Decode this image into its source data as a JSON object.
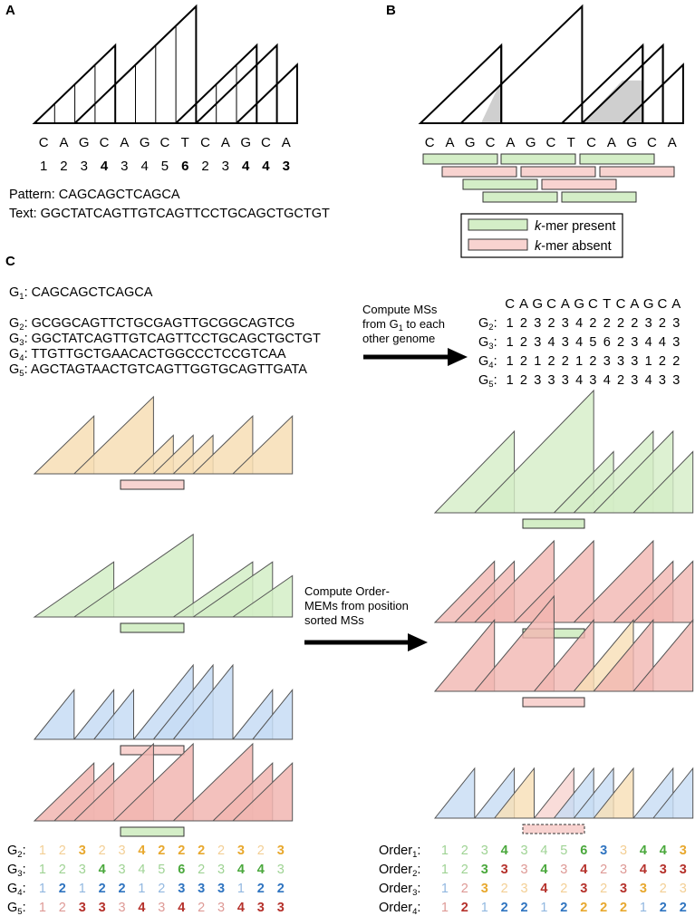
{
  "panels": {
    "a": "A",
    "b": "B",
    "c": "C"
  },
  "panel_a": {
    "letters": [
      "C",
      "A",
      "G",
      "C",
      "A",
      "G",
      "C",
      "T",
      "C",
      "A",
      "G",
      "C",
      "A"
    ],
    "ms": [
      "1",
      "2",
      "3",
      "4",
      "3",
      "4",
      "5",
      "6",
      "2",
      "3",
      "4",
      "4",
      "3"
    ],
    "ms_bold": [
      false,
      false,
      false,
      true,
      false,
      false,
      false,
      true,
      false,
      false,
      true,
      true,
      true
    ],
    "pattern_line": "Pattern: CAGCAGCTCAGCA",
    "text_line": "Text: GGCTATCAGTTGTCAGTTCCTGCAGCTGCTGT"
  },
  "panel_b": {
    "letters": [
      "C",
      "A",
      "G",
      "C",
      "A",
      "G",
      "C",
      "T",
      "C",
      "A",
      "G",
      "C",
      "A"
    ],
    "legend": {
      "present": "-mer present",
      "absent": "-mer absent",
      "k": "k"
    }
  },
  "panel_c": {
    "genomes": [
      {
        "label": "G",
        "sub": "1",
        "seq": ": CAGCAGCTCAGCA"
      },
      {
        "label": "G",
        "sub": "2",
        "seq": ": GCGGCAGTTCTGCGAGTTGCGGCAGTCG"
      },
      {
        "label": "G",
        "sub": "3",
        "seq": ": GGCTATCAGTTGTCAGTTCCTGCAGCTGCTGT"
      },
      {
        "label": "G",
        "sub": "4",
        "seq": ": TTGTTGCTGAACACTGGCCCTCCGTCAA"
      },
      {
        "label": "G",
        "sub": "5",
        "seq": ": AGCTAGTAACTGTCAGTTGGTGCAGTTGATA"
      }
    ],
    "arrow1": {
      "l1": "Compute MSs",
      "l2a": "from G",
      "l2sub": "1",
      "l2b": " to each",
      "l3": "other genome"
    },
    "arrow2": {
      "l1": "Compute Order-",
      "l2": "MEMs from position",
      "l3": "sorted MSs"
    },
    "ms_header": [
      "C",
      "A",
      "G",
      "C",
      "A",
      "G",
      "C",
      "T",
      "C",
      "A",
      "G",
      "C",
      "A"
    ],
    "ms_table": [
      {
        "label": "G",
        "sub": "2",
        "values": [
          "1",
          "2",
          "3",
          "2",
          "3",
          "4",
          "2",
          "2",
          "2",
          "2",
          "3",
          "2",
          "3"
        ]
      },
      {
        "label": "G",
        "sub": "3",
        "values": [
          "1",
          "2",
          "3",
          "4",
          "3",
          "4",
          "5",
          "6",
          "2",
          "3",
          "4",
          "4",
          "3"
        ]
      },
      {
        "label": "G",
        "sub": "4",
        "values": [
          "1",
          "2",
          "1",
          "2",
          "2",
          "1",
          "2",
          "3",
          "3",
          "3",
          "1",
          "2",
          "2"
        ]
      },
      {
        "label": "G",
        "sub": "5",
        "values": [
          "1",
          "2",
          "3",
          "3",
          "3",
          "4",
          "3",
          "4",
          "2",
          "3",
          "4",
          "3",
          "3"
        ]
      }
    ],
    "bottom_left": [
      {
        "label": "G",
        "sub": "2",
        "values": [
          "1",
          "2",
          "3",
          "2",
          "3",
          "4",
          "2",
          "2",
          "2",
          "2",
          "3",
          "2",
          "3"
        ],
        "bold": [
          false,
          false,
          true,
          false,
          false,
          true,
          true,
          true,
          true,
          false,
          true,
          false,
          true
        ],
        "color": "#e8a82e",
        "light": "#f3cf95"
      },
      {
        "label": "G",
        "sub": "3",
        "values": [
          "1",
          "2",
          "3",
          "4",
          "3",
          "4",
          "5",
          "6",
          "2",
          "3",
          "4",
          "4",
          "3"
        ],
        "bold": [
          false,
          false,
          false,
          true,
          false,
          false,
          false,
          true,
          false,
          false,
          true,
          true,
          false
        ],
        "color": "#4aa83c",
        "light": "#9fd394"
      },
      {
        "label": "G",
        "sub": "4",
        "values": [
          "1",
          "2",
          "1",
          "2",
          "2",
          "1",
          "2",
          "3",
          "3",
          "3",
          "1",
          "2",
          "2"
        ],
        "bold": [
          false,
          true,
          false,
          true,
          true,
          false,
          false,
          true,
          true,
          true,
          false,
          true,
          true
        ],
        "color": "#2f74c0",
        "light": "#92b8e0"
      },
      {
        "label": "G",
        "sub": "5",
        "values": [
          "1",
          "2",
          "3",
          "3",
          "3",
          "4",
          "3",
          "4",
          "2",
          "3",
          "4",
          "3",
          "3"
        ],
        "bold": [
          false,
          false,
          true,
          true,
          false,
          true,
          false,
          true,
          false,
          false,
          true,
          true,
          true
        ],
        "color": "#b5312b",
        "light": "#de9a96"
      }
    ],
    "bottom_right": [
      {
        "label": "Order",
        "sub": "1",
        "values": [
          "1",
          "2",
          "3",
          "4",
          "3",
          "4",
          "5",
          "6",
          "3",
          "3",
          "4",
          "4",
          "3"
        ],
        "colors": [
          "l3",
          "l3",
          "l3",
          "d3",
          "l3",
          "l3",
          "l3",
          "d3",
          "d4",
          "l2",
          "d3",
          "d3",
          "d2"
        ]
      },
      {
        "label": "Order",
        "sub": "2",
        "values": [
          "1",
          "2",
          "3",
          "3",
          "3",
          "4",
          "3",
          "4",
          "2",
          "3",
          "4",
          "3",
          "3"
        ],
        "colors": [
          "l3",
          "l3",
          "d3",
          "d5",
          "l5",
          "d3",
          "l5",
          "d5",
          "l5",
          "l5",
          "d5",
          "d5",
          "d5"
        ]
      },
      {
        "label": "Order",
        "sub": "3",
        "values": [
          "1",
          "2",
          "3",
          "2",
          "3",
          "4",
          "2",
          "3",
          "2",
          "3",
          "3",
          "2",
          "3"
        ],
        "colors": [
          "l4",
          "l5",
          "d2",
          "l2",
          "l2",
          "d5",
          "l2",
          "d5",
          "l2",
          "d5",
          "d2",
          "l2",
          "l2"
        ]
      },
      {
        "label": "Order",
        "sub": "4",
        "values": [
          "1",
          "2",
          "1",
          "2",
          "2",
          "1",
          "2",
          "2",
          "2",
          "2",
          "1",
          "2",
          "2"
        ],
        "colors": [
          "l5",
          "d5",
          "l4",
          "d4",
          "d4",
          "l4",
          "d4",
          "d2",
          "d2",
          "d2",
          "l4",
          "d4",
          "d4"
        ]
      }
    ],
    "palette": {
      "d2": "#e8a82e",
      "l2": "#f3cf95",
      "d3": "#4aa83c",
      "l3": "#9fd394",
      "d4": "#2f74c0",
      "l4": "#92b8e0",
      "d5": "#b5312b",
      "l5": "#de9a96"
    }
  },
  "colors": {
    "green_fill": "#d4eec7",
    "green_stroke": "#4b4b4b",
    "pink_fill": "#f8d3d0",
    "orange_fill": "#f7deb5",
    "blue_fill": "#c7dcf4",
    "red_fill": "#f1b6b1",
    "gray_fill": "#d0d0d0"
  }
}
